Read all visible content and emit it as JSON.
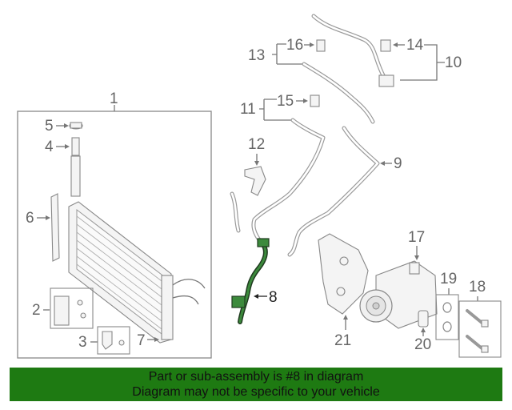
{
  "callouts": {
    "c1": "1",
    "c2": "2",
    "c3": "3",
    "c4": "4",
    "c5": "5",
    "c6": "6",
    "c7": "7",
    "c8": "8",
    "c9": "9",
    "c10": "10",
    "c11": "11",
    "c12": "12",
    "c13": "13",
    "c14": "14",
    "c15": "15",
    "c16": "16",
    "c17": "17",
    "c18": "18",
    "c19": "19",
    "c20": "20",
    "c21": "21"
  },
  "highlighted_part": "8",
  "colors": {
    "highlight": "#3c8a3c",
    "banner": "#1e7a12"
  },
  "banner": {
    "line1": "Part or sub-assembly is #8 in diagram",
    "line2": "Diagram may not be specific to your vehicle"
  }
}
